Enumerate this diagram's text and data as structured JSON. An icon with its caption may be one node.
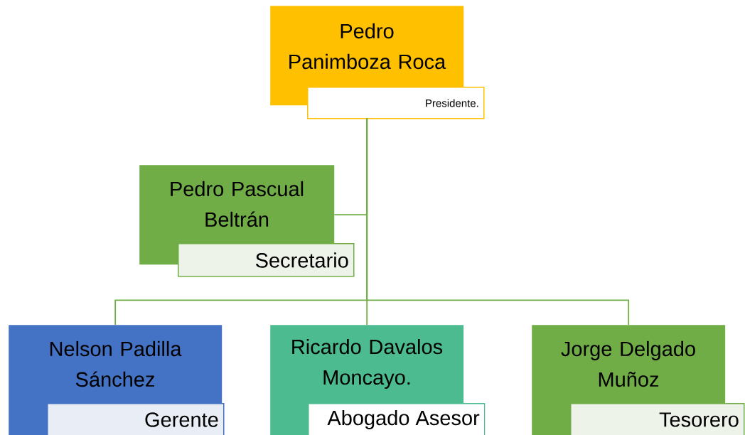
{
  "diagram": {
    "nodes": [
      {
        "text": [
          "Pedro Panimboza Roca",
          "Presidente."
        ]
      },
      {
        "text": [
          "Pedro Pascual Beltrán",
          "Secretario"
        ]
      },
      {
        "text": [
          "Nelson Padilla Sánchez",
          "Gerente"
        ]
      },
      {
        "text": [
          "Ricardo Davalos Moncayo.",
          "Abogado Asesor"
        ]
      },
      {
        "text": [
          "Jorge Delgado Muñoz",
          "Tesorero"
        ]
      }
    ],
    "edges": [
      {
        "from": 0,
        "to": 1,
        "arrow": "none"
      },
      {
        "from": 0,
        "to": 2,
        "arrow": "none"
      },
      {
        "from": 0,
        "to": 3,
        "arrow": "none"
      },
      {
        "from": 0,
        "to": 4,
        "arrow": "none"
      }
    ]
  }
}
